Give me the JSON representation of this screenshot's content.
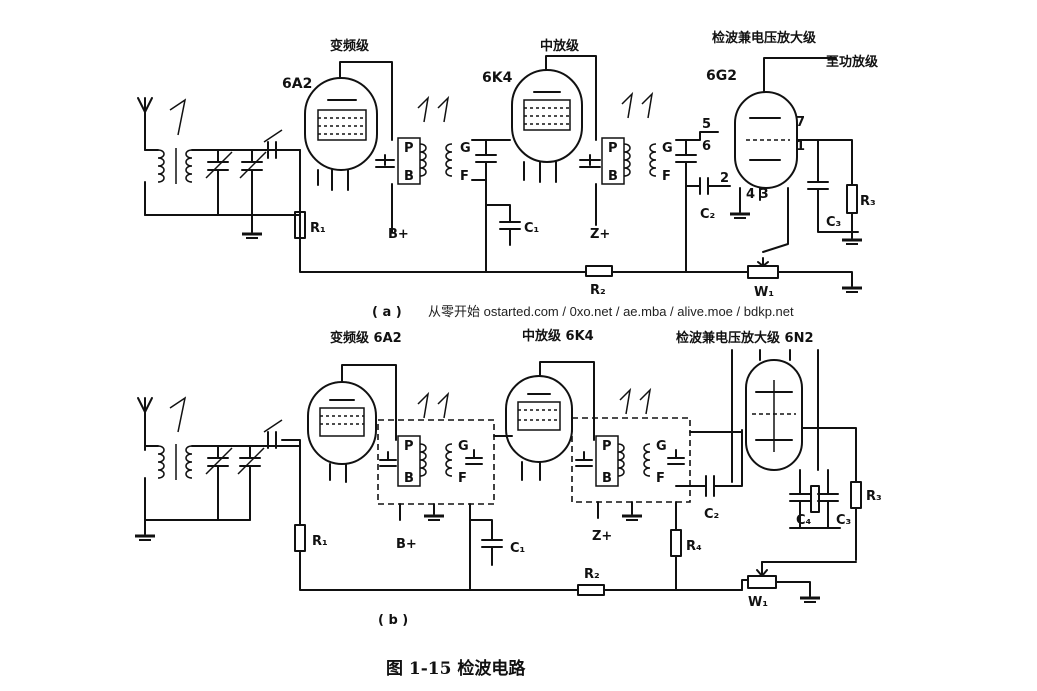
{
  "diagram_a": {
    "tube1_name": "6A2",
    "tube1_stage": "变频级",
    "tube2_name": "6K4",
    "tube2_stage": "中放级",
    "tube3_name": "6G2",
    "tube3_stage": "检波兼电压放大级",
    "tube3_stage2": "至功放级",
    "if1_p": "P",
    "if1_b": "B",
    "if1_g": "G",
    "if1_f": "F",
    "if2_p": "P",
    "if2_b": "B",
    "if2_g": "G",
    "if2_f": "F",
    "r1": "R₁",
    "r2": "R₂",
    "r3": "R₃",
    "c1": "C₁",
    "c2": "C₂",
    "c3": "C₃",
    "w1": "W₁",
    "bplus1": "B+",
    "bplus2": "Z+",
    "pin5": "5",
    "pin6": "6",
    "pin7": "7",
    "pin1": "1",
    "pin2": "2",
    "pin43": "4 3",
    "label": "( a )"
  },
  "watermark": "从零开始 ostarted.com / 0xo.net / ae.mba / alive.moe / bdkp.net",
  "diagram_b": {
    "tube1_text": "变频级 6A2",
    "tube2_text": "中放级 6K4",
    "tube3_text": "检波兼电压放大级 6N2",
    "if1_p": "P",
    "if1_b": "B",
    "if1_g": "G",
    "if1_f": "F",
    "if2_p": "P",
    "if2_b": "B",
    "if2_g": "G",
    "if2_f": "F",
    "r1": "R₁",
    "r2": "R₂",
    "r3": "R₃",
    "r4": "R₄",
    "c1": "C₁",
    "c2": "C₂",
    "c3": "C₃",
    "c4": "C₄",
    "w1": "W₁",
    "bplus1": "B+",
    "bplus2": "Z+",
    "label": "( b )"
  },
  "caption": "图 1-15    检波电路"
}
